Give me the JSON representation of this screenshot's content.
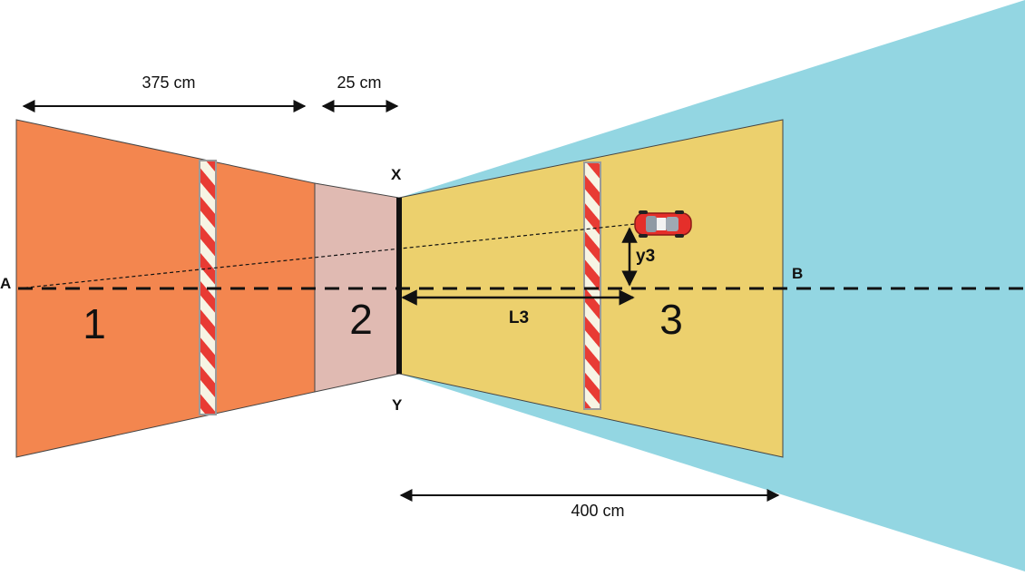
{
  "dimensions": {
    "width_375": "375 cm",
    "width_25": "25 cm",
    "width_400": "400 cm"
  },
  "points": {
    "a": "A",
    "b": "B",
    "x": "X",
    "y": "Y"
  },
  "zones": {
    "zone1": "1",
    "zone2": "2",
    "zone3": "3"
  },
  "measures": {
    "l3": "L3",
    "y3": "y3"
  },
  "colors": {
    "zone1": "#f3864f",
    "zone2": "#e0bab2",
    "zone3": "#ecd06d",
    "cone": "#93d6e2",
    "pole_red": "#e83b34",
    "car": "#e52f2a"
  },
  "icons": {
    "pole": "striped-pole-icon",
    "car": "car-icon"
  }
}
